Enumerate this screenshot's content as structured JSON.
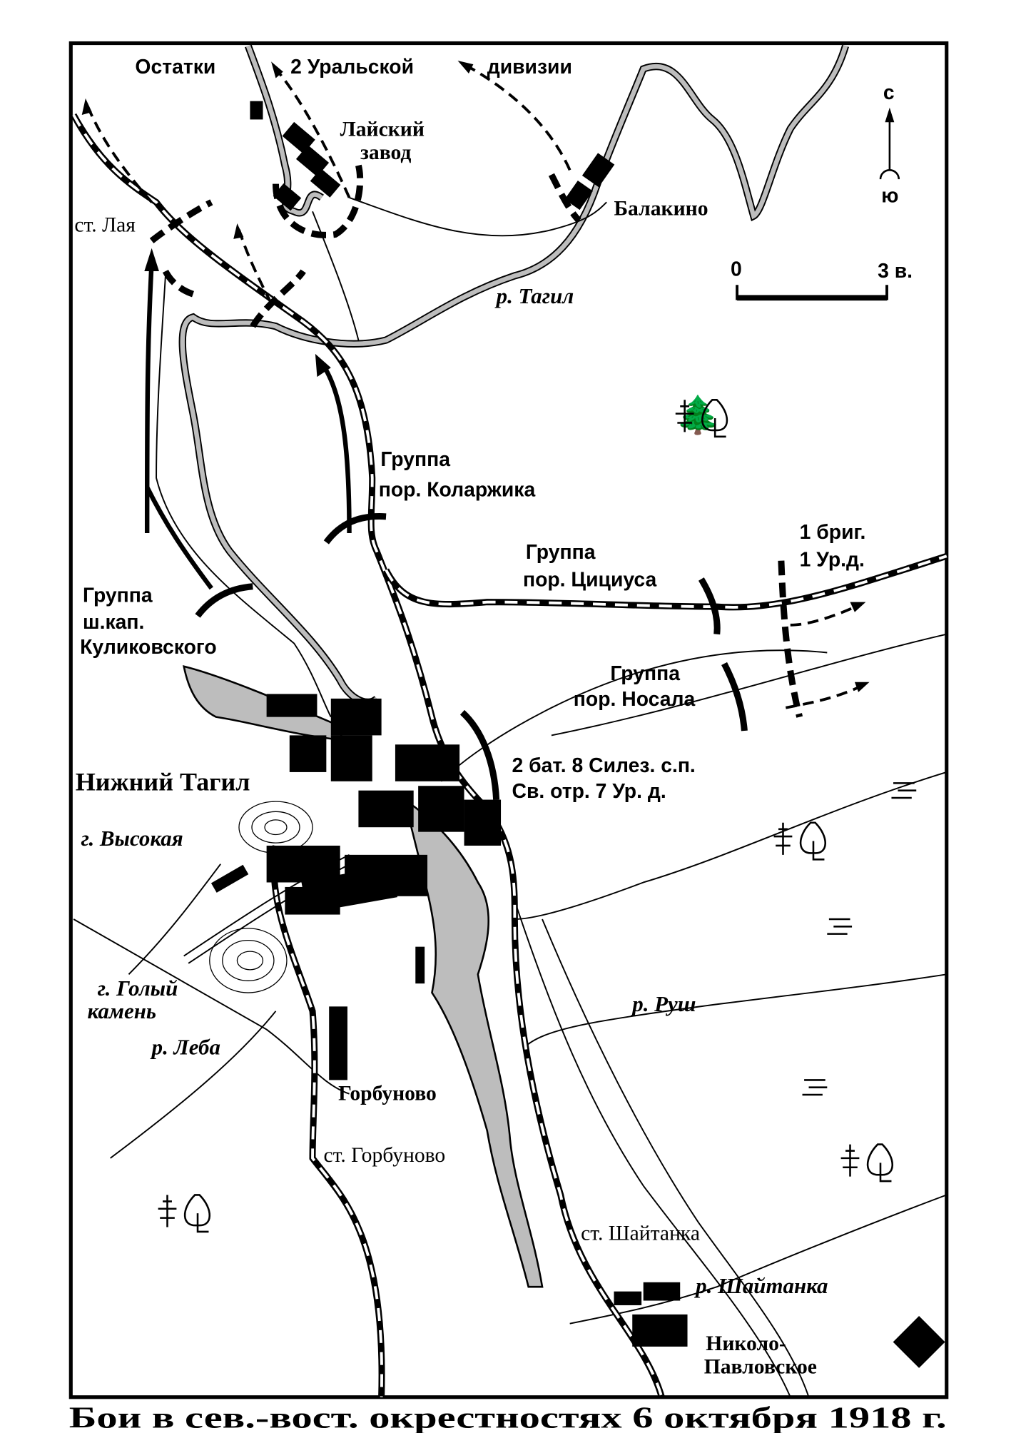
{
  "title": "Бои в сев.-вост. окрестностях 6 октября 1918 г.",
  "compass": {
    "north": "с",
    "south": "ю"
  },
  "scale": {
    "start": "0",
    "end": "3 в."
  },
  "labels": {
    "remnants_1": "Остатки",
    "remnants_2": "2 Уральской",
    "remnants_3": "дивизии",
    "laisky_1": "Лайский",
    "laisky_2": "завод",
    "balakino": "Балакино",
    "st_laya": "ст. Лая",
    "r_tagil": "р. Тагил",
    "kolarzhik_1": "Группа",
    "kolarzhik_2": "пор. Коларжика",
    "tsitsius_1": "Группа",
    "tsitsius_2": "пор. Цициуса",
    "brig_1": "1 бриг.",
    "brig_2": "1 Ур.д.",
    "kulikovsky_1": "Группа",
    "kulikovsky_2": "ш.кап.",
    "kulikovsky_3": "Куликовского",
    "nosal_1": "Группа",
    "nosal_2": "пор. Носала",
    "nizhny_tagil": "Нижний Тагил",
    "silesian_1": "2 бат. 8 Силез. с.п.",
    "silesian_2": "Св. отр. 7 Ур. д.",
    "vysokaya": "г. Высокая",
    "goly_1": "г. Голый",
    "goly_2": "камень",
    "r_leba": "р. Леба",
    "r_rush": "р. Руш",
    "gorbunovo": "Горбуново",
    "st_gorbunovo": "ст. Горбуново",
    "st_shaitanka": "ст. Шайтанка",
    "r_shaitanka": "р. Шайтанка",
    "nikolo_1": "Николо-",
    "nikolo_2": "Павловское"
  }
}
